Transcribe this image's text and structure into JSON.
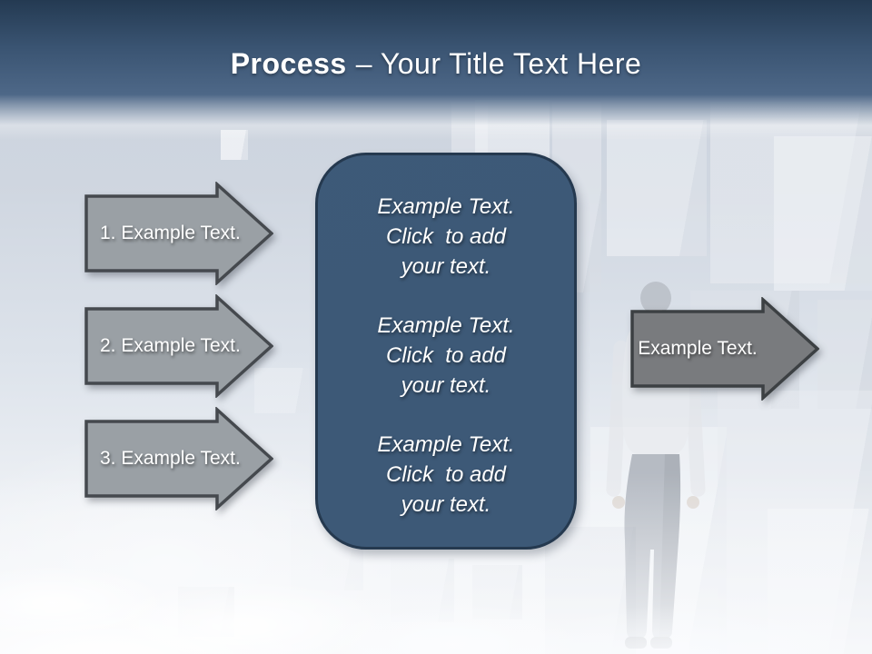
{
  "slide": {
    "title": {
      "emphasis": "Process",
      "rest": "– Your Title Text Here"
    }
  },
  "left_arrows": [
    {
      "label": "1. Example Text."
    },
    {
      "label": "2. Example Text."
    },
    {
      "label": "3. Example Text."
    }
  ],
  "center_panel": {
    "blocks": [
      "Example Text.\nClick  to add\nyour text.",
      "Example Text.\nClick  to add\nyour text.",
      "Example Text.\nClick  to add\nyour text."
    ]
  },
  "right_arrow": {
    "label": "Example Text."
  },
  "colors": {
    "header-top": "#243a52",
    "header-mid": "#3a5472",
    "header-bottom": "#4e6888",
    "panel-fill": "#3d5977",
    "panel-border": "#25394f",
    "arrow-light-fill": "#9aa0a5",
    "arrow-light-border": "#45494e",
    "arrow-dark-fill": "#797b7e",
    "arrow-dark-border": "#3c4043",
    "text-white": "#ffffff",
    "sky": "#ccd3dd"
  }
}
